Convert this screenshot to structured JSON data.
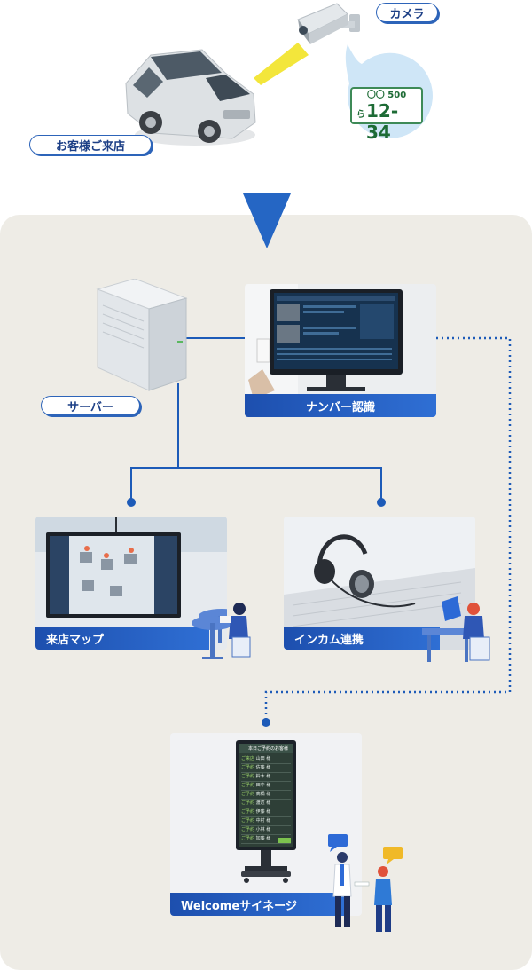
{
  "labels": {
    "camera": "カメラ",
    "customer_arrival": "お客様ご来店",
    "server": "サーバー",
    "number_recognition": "ナンバー認識",
    "visit_map": "来店マップ",
    "intercom": "インカム連携",
    "welcome_signage": "Welcomeサイネージ"
  },
  "license_plate": {
    "top": "〇〇 500",
    "prefix": "ら",
    "number": "12-34"
  },
  "signage": {
    "header": "本日ご予約のお客様",
    "rows": [
      "山田 様",
      "佐藤 様",
      "鈴木 様",
      "田中 様",
      "高橋 様",
      "渡辺 様",
      "伊藤 様",
      "中村 様",
      "小林 様",
      "加藤 様"
    ]
  },
  "colors": {
    "accent": "#2d64b9",
    "panel_bg": "#eeece6",
    "connector": "#1d5bb8"
  }
}
